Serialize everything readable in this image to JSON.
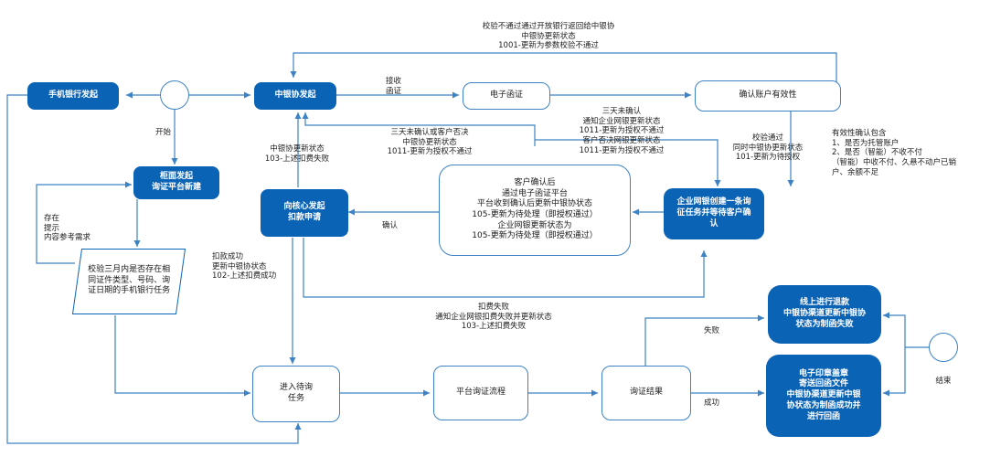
{
  "colors": {
    "accent": "#0b63b6",
    "line": "#3d82c4"
  },
  "nodes": {
    "mobile_bank": "手机银行发起",
    "zhongyinxie_start": "中银协发起",
    "e_letter": "电子函证",
    "confirm_account": "确认账户有效性",
    "counter": "柜面发起\n询证平台新建",
    "check_task": "校验三月内是否存在相\n同证件类型、号码、询\n证日期的手机银行任务",
    "core_deduct": "向核心发起\n扣款申请",
    "customer_confirm": "客户确认后\n通过电子函证平台\n平台收到确认后更新中银协状态\n105-更新为待处理（即授权通过）\n企业网银更新状态为\n105-更新为待处理（即授权通过）",
    "enterprise_task": "企业网银创建一条询\n征任务并等待客户确\n认",
    "pending_task": "进入待询\n任务",
    "platform_flow": "平台询证流程",
    "result": "询证结果",
    "refund": "线上进行退款\n中银协渠道更新中银协\n状态为制函失败",
    "stamp": "电子印章盖章\n寄送回函文件\n中银协渠道更新中银\n协状态为制函成功并\n进行回函",
    "end_label": "结束"
  },
  "labels": {
    "verify_fail_top": "校验不通过通过开放银行返回给中银协\n中银协更新状态\n1001-更新为参数校验不通过",
    "receive": "接收\n函证",
    "start": "开始",
    "three_days_enterprise": "三天未确认\n通知企业网银更新状态\n1011-更新为授权不通过\n客户否决网银更新状态\n1011-更新为授权不通过",
    "three_days_or_reject": "三天未确认或客户否决\n中银协更新状态\n1011-更新为授权不通过",
    "zyx_update_103": "中银协更新状态\n103-上述扣费失败",
    "check_pass": "校验通过\n同时中银协更新状态\n101-更新为待授权",
    "validity_note": "有效性确认包含\n1、是否为托管账户\n2、是否（智能）不收不付\n（智能）中收不付、久悬不动户已销\n户、余额不足",
    "exists_hint": "存在\n提示\n内容参考需求",
    "confirm": "确认",
    "deduct_success": "扣款成功\n更新中银协状态\n102-上述扣费成功",
    "deduct_fail": "扣费失败\n通知企业网银扣费失败并更新状态\n103-上述扣费失败",
    "fail": "失败",
    "success": "成功"
  }
}
